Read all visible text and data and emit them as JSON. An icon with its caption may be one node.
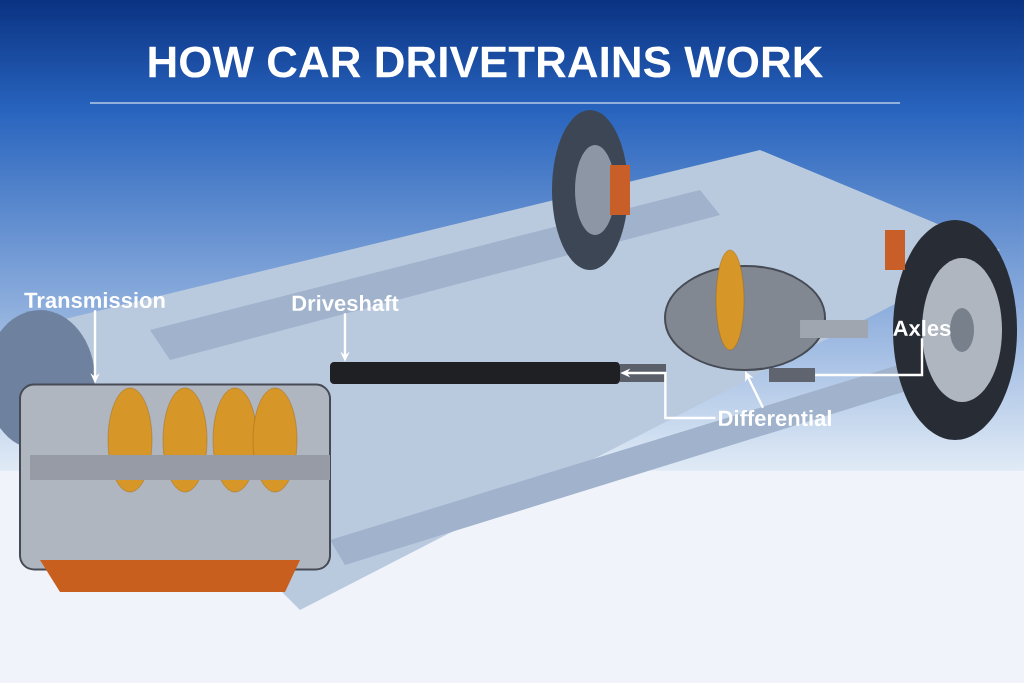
{
  "diagram": {
    "title": "HOW CAR DRIVETRAINS WORK",
    "nodes": [
      {
        "text": [
          "Transmission"
        ]
      },
      {
        "text": [
          "Driveshaft"
        ]
      },
      {
        "text": [
          "Differential"
        ]
      },
      {
        "text": [
          "Axles"
        ]
      },
      {
        "text": [],
        "shape": "picture"
      },
      {
        "text": [],
        "shape": "bar"
      },
      {
        "text": [],
        "shape": "picture"
      },
      {
        "text": [],
        "shape": "bar"
      }
    ],
    "edges": [
      {
        "from": 0,
        "to": 4,
        "arrow": "to"
      },
      {
        "from": 1,
        "to": 5,
        "arrow": "to"
      },
      {
        "from": 2,
        "to": 5,
        "arrow": "to"
      },
      {
        "from": 2,
        "to": 6,
        "arrow": "to"
      },
      {
        "from": 3,
        "to": 7,
        "arrow": "none"
      }
    ]
  }
}
